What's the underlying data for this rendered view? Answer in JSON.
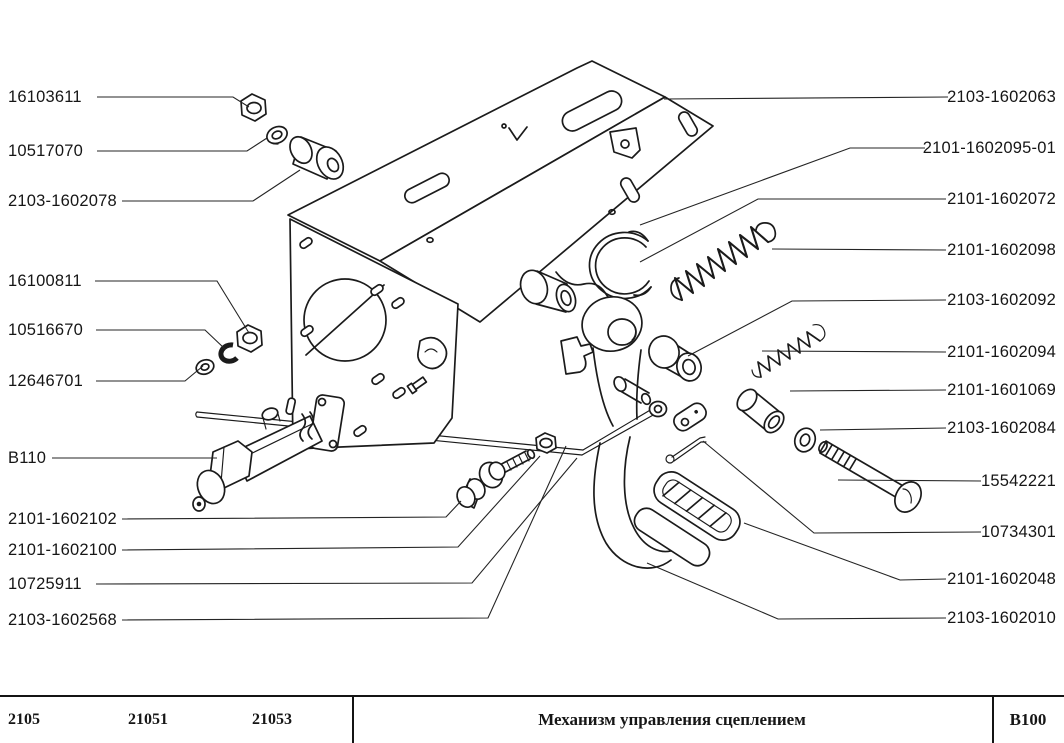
{
  "colors": {
    "ink": "#1b1b1b",
    "paper": "#ffffff"
  },
  "diagram": {
    "left_labels": [
      {
        "text": "16103611"
      },
      {
        "text": "10517070"
      },
      {
        "text": "2103-1602078"
      },
      {
        "text": "16100811"
      },
      {
        "text": "10516670"
      },
      {
        "text": "12646701"
      },
      {
        "text": "B110"
      },
      {
        "text": "2101-1602102"
      },
      {
        "text": "2101-1602100"
      },
      {
        "text": "10725911"
      },
      {
        "text": "2103-1602568"
      }
    ],
    "right_labels": [
      {
        "text": "2103-1602063"
      },
      {
        "text": "2101-1602095-01"
      },
      {
        "text": "2101-1602072"
      },
      {
        "text": "2101-1602098"
      },
      {
        "text": "2103-1602092"
      },
      {
        "text": "2101-1602094"
      },
      {
        "text": "2101-1601069"
      },
      {
        "text": "2103-1602084"
      },
      {
        "text": "15542221"
      },
      {
        "text": "10734301"
      },
      {
        "text": "2101-1602048"
      },
      {
        "text": "2103-1602010"
      }
    ],
    "footer": {
      "models": [
        "2105",
        "21051",
        "21053"
      ],
      "title": "Механизм управления сцеплением",
      "code": "B100"
    }
  }
}
